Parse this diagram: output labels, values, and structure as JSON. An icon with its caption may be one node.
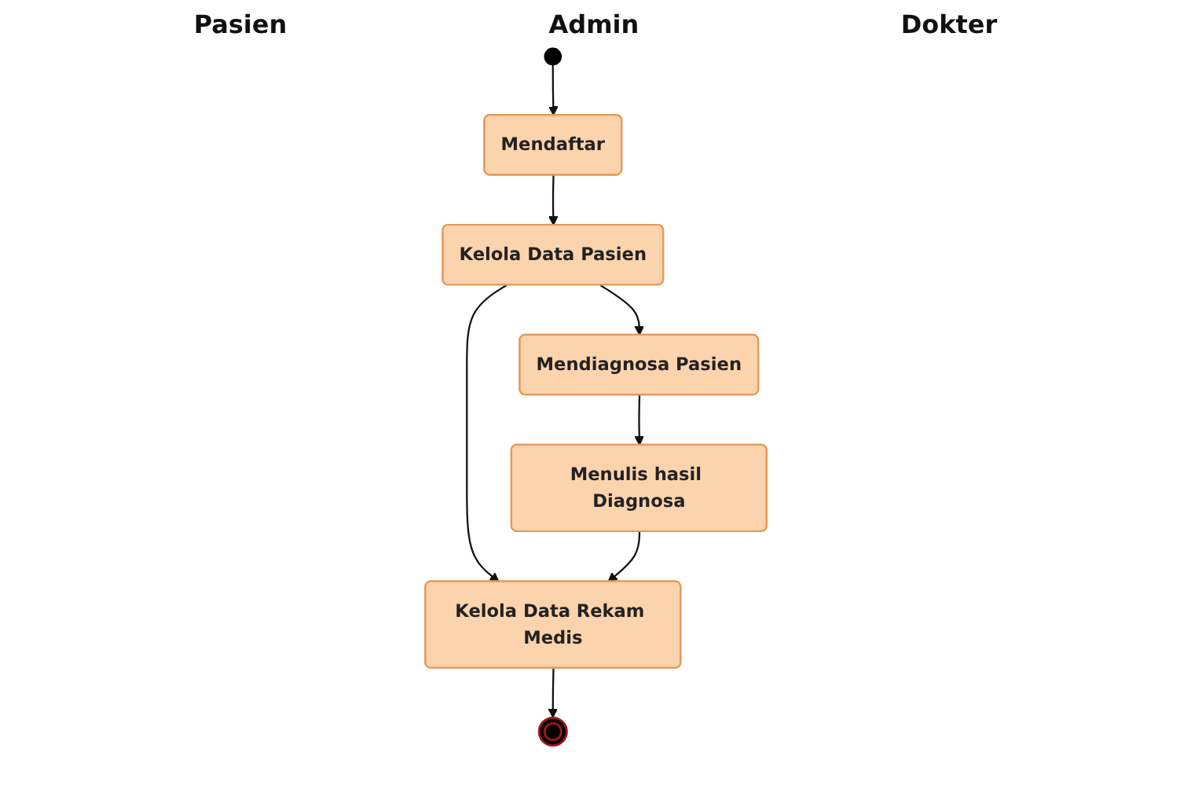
{
  "diagram": {
    "nodes": [
      {
        "text": [],
        "shape": "circle"
      },
      {
        "text": [
          "Mendaftar"
        ]
      },
      {
        "text": [
          "Kelola Data Pasien"
        ]
      },
      {
        "text": [
          "Mendiagnosa Pasien"
        ]
      },
      {
        "text": [
          "Kelola Data Rekam Medis"
        ]
      },
      {
        "text": [
          "Menulis hasil Diagnosa"
        ]
      },
      {
        "text": [],
        "shape": "circle"
      }
    ],
    "edges": [
      {
        "from": 0,
        "to": 1,
        "arrow": "to"
      },
      {
        "from": 1,
        "to": 2,
        "arrow": "to"
      },
      {
        "from": 2,
        "to": 3,
        "arrow": "to"
      },
      {
        "from": 2,
        "to": 4,
        "arrow": "to"
      },
      {
        "from": 3,
        "to": 5,
        "arrow": "to"
      },
      {
        "from": 5,
        "to": 4,
        "arrow": "to"
      },
      {
        "from": 4,
        "to": 6,
        "arrow": "to"
      }
    ],
    "labels": [
      "Pasien",
      "Admin",
      "Dokter"
    ]
  }
}
